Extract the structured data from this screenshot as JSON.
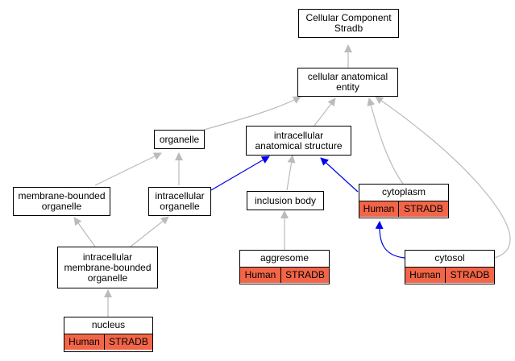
{
  "colors": {
    "edge_default": "#bbbbbb",
    "edge_highlight": "#0000ee",
    "gene_row": "#f26548"
  },
  "nodes": {
    "root": "Cellular Component\nStradb",
    "cae": "cellular anatomical\nentity",
    "organelle": "organelle",
    "ias": "intracellular\nanatomical structure",
    "mbo": "membrane-bounded\norganelle",
    "io": "intracellular\norganelle",
    "inclusion": "inclusion body",
    "imbo": "intracellular\nmembrane-bounded\norganelle"
  },
  "gene_products": {
    "cytoplasm": {
      "label": "cytoplasm",
      "species": "Human",
      "gene": "STRADB"
    },
    "aggresome": {
      "label": "aggresome",
      "species": "Human",
      "gene": "STRADB"
    },
    "cytosol": {
      "label": "cytosol",
      "species": "Human",
      "gene": "STRADB"
    },
    "nucleus": {
      "label": "nucleus",
      "species": "Human",
      "gene": "STRADB"
    }
  }
}
